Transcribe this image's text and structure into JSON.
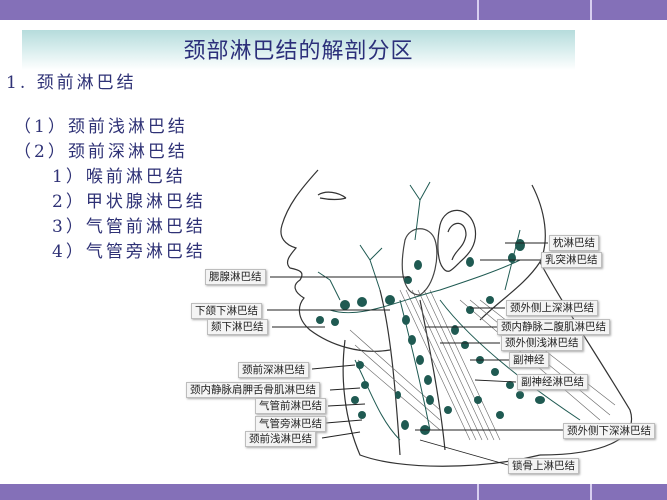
{
  "slide": {
    "title": "颈部淋巴结的解剖分区",
    "colors": {
      "bar": "#8470b8",
      "title_text": "#2b2f7a",
      "outline_text": "#2f3276",
      "node": "#1f5a52"
    }
  },
  "outline": [
    {
      "text": "1. 颈前淋巴结",
      "level": 0
    },
    {
      "text": "（1）颈前浅淋巴结",
      "level": 1
    },
    {
      "text": "（2）颈前深淋巴结",
      "level": 1
    },
    {
      "text": "1）喉前淋巴结",
      "level": 2
    },
    {
      "text": "2）甲状腺淋巴结",
      "level": 2
    },
    {
      "text": "3）气管前淋巴结",
      "level": 2
    },
    {
      "text": "4）气管旁淋巴结",
      "level": 2
    }
  ],
  "diagram": {
    "labels_left": [
      "腮腺淋巴结",
      "下颌下淋巴结",
      "颏下淋巴结",
      "颈前深淋巴结",
      "颈内静脉肩胛舌骨肌淋巴结",
      "气管前淋巴结",
      "气管旁淋巴结",
      "颈前浅淋巴结"
    ],
    "labels_right": [
      "枕淋巴结",
      "乳突淋巴结",
      "颈外侧上深淋巴结",
      "颈内静脉二腹肌淋巴结",
      "颈外侧浅淋巴结",
      "副神经",
      "副神经淋巴结",
      "颈外侧下深淋巴结",
      "锁骨上淋巴结"
    ]
  }
}
